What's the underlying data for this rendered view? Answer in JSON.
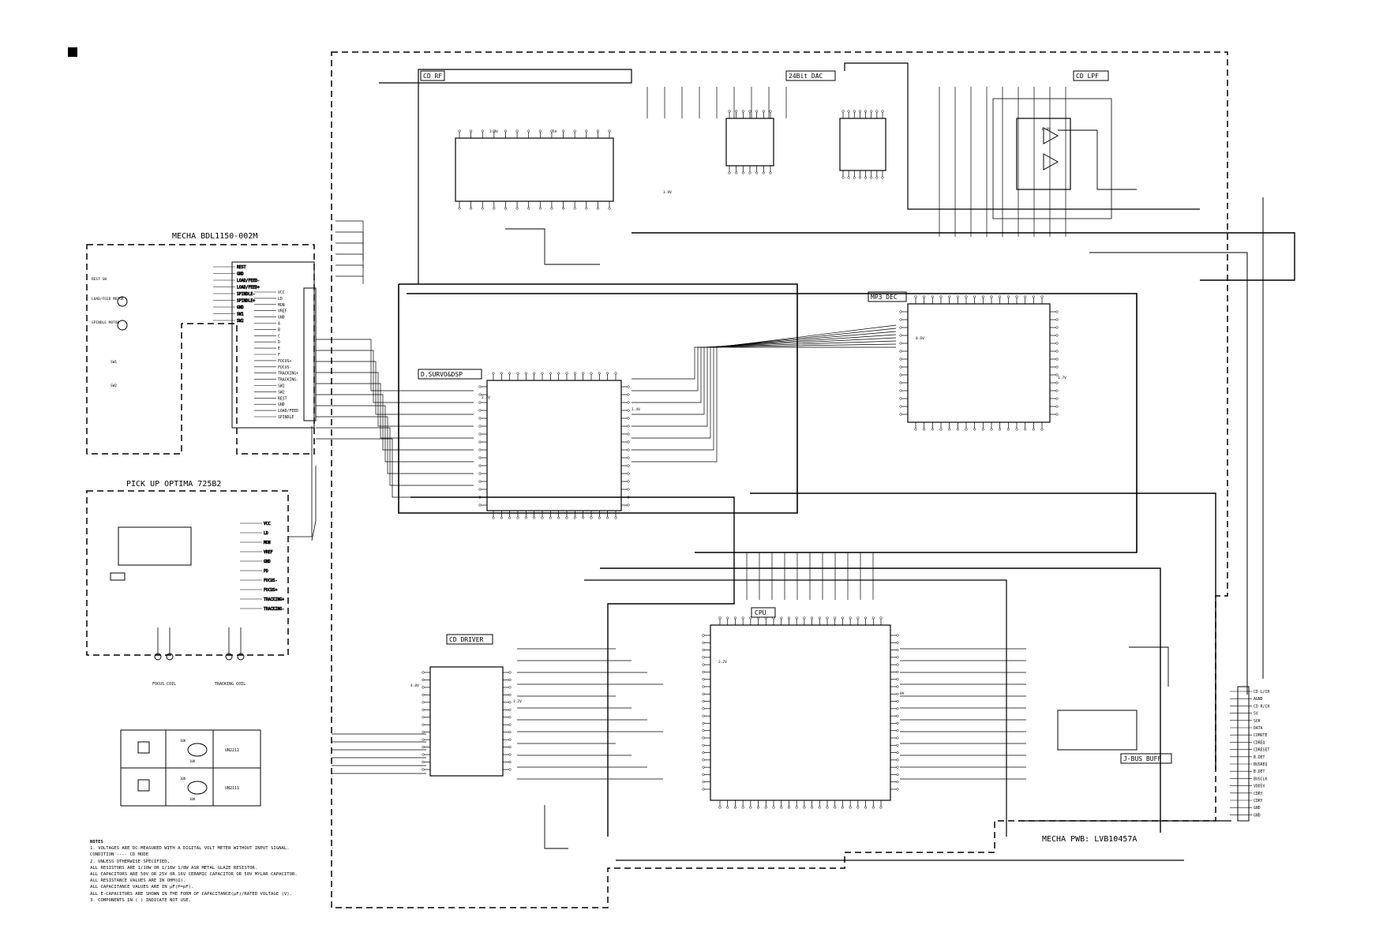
{
  "sections": {
    "mecha": "MECHA  BDL1150-002M",
    "pickup": "PICK UP  OPTIMA 725B2",
    "cd_rf": "CD RF",
    "dac": "24Bit DAC",
    "cd_lpf": "CD LPF",
    "servo": "D.SURVO&DSP",
    "mp3": "MP3 DEC",
    "cpu": "CPU",
    "driver": "CD DRIVER",
    "jbus": "J-BUS BUFF",
    "pwb": "MECHA PWB: LVB10457A"
  },
  "mecha_labels": [
    "REST SW",
    "LOAD/FEED MOTOR",
    "SPINDLE MOTOR",
    "SW1",
    "SW2"
  ],
  "mecha_pins": [
    "REST",
    "GND",
    "LOAD/FEED-",
    "LOAD/FEED+",
    "SPINDLE-",
    "SPINDLE+",
    "GND",
    "SW1",
    "SW2"
  ],
  "pickup_pins": [
    "VCC",
    "LD",
    "MON",
    "VREF",
    "GND",
    "PD",
    "FOCUS-",
    "FOCUS+",
    "TRACKING+",
    "TRACKING-"
  ],
  "coils": {
    "focus": "FOCUS COIL",
    "tracking": "TRACKING COIL"
  },
  "connector_left": [
    "VCC",
    "LD",
    "MON",
    "VREF",
    "GND",
    "A",
    "B",
    "C",
    "D",
    "E",
    "F",
    "FOCUS+",
    "FOCUS-",
    "TRACKING+",
    "TRACKING-",
    "SW1",
    "SW2",
    "REST",
    "GND",
    "LOAD/FEED",
    "SPINDLE"
  ],
  "connector_right": [
    "CD L/CH",
    "AGND",
    "CD R/CH",
    "5V",
    "SCK",
    "DATA",
    "COMUTE",
    "CDREQ",
    "CDRESET",
    "B.DET",
    "BUSREQ",
    "B.DET",
    "BUSCLK",
    "VDD5V",
    "CDRY",
    "CDRY",
    "GND",
    "GND"
  ],
  "legend": [
    {
      "part": "UN2211",
      "r1": "10K",
      "r2": "10K"
    },
    {
      "part": "UN2111",
      "r1": "10K",
      "r2": "10K"
    }
  ],
  "notes": {
    "title": "NOTES",
    "lines": [
      "1. VOLTAGES ARE DC-MEASURED WITH A DIGITAL VOLT METER WITHOUT INPUT SIGNAL.",
      "   CONDITION ---- CD MODE",
      "2. UNLESS OTHERWISE SPECIFIED,",
      "   ALL RESISTORS ARE 1/10W OR 1/16W 1/8W ASR METAL GLAZE RESISTOR.",
      "   ALL CAPACITORS ARE 50V OR 25V OR 16V CERAMIC CAPACITOR OR 50V MYLAR CAPACITOR.",
      "   ALL RESISTANCE VALUES ARE IN OHM(Ω).",
      "   ALL CAPACITANCE VALUES ARE IN µF(P=pF).",
      "   ALL E-CAPACITORS ARE SHOWN IN THE FORM OF CAPACITANCE(µF)/RATED VOLTAGE (V).",
      "3. COMPONENTS IN ( ) INDICATE NOT USE."
    ]
  },
  "voltages": [
    "3.3V",
    "5V",
    "2.7V",
    "1.4V",
    "0.6V",
    "1.7V",
    "3.2V",
    "0V",
    "4.8V",
    "1.2V",
    "3.9V",
    "6.8V"
  ]
}
